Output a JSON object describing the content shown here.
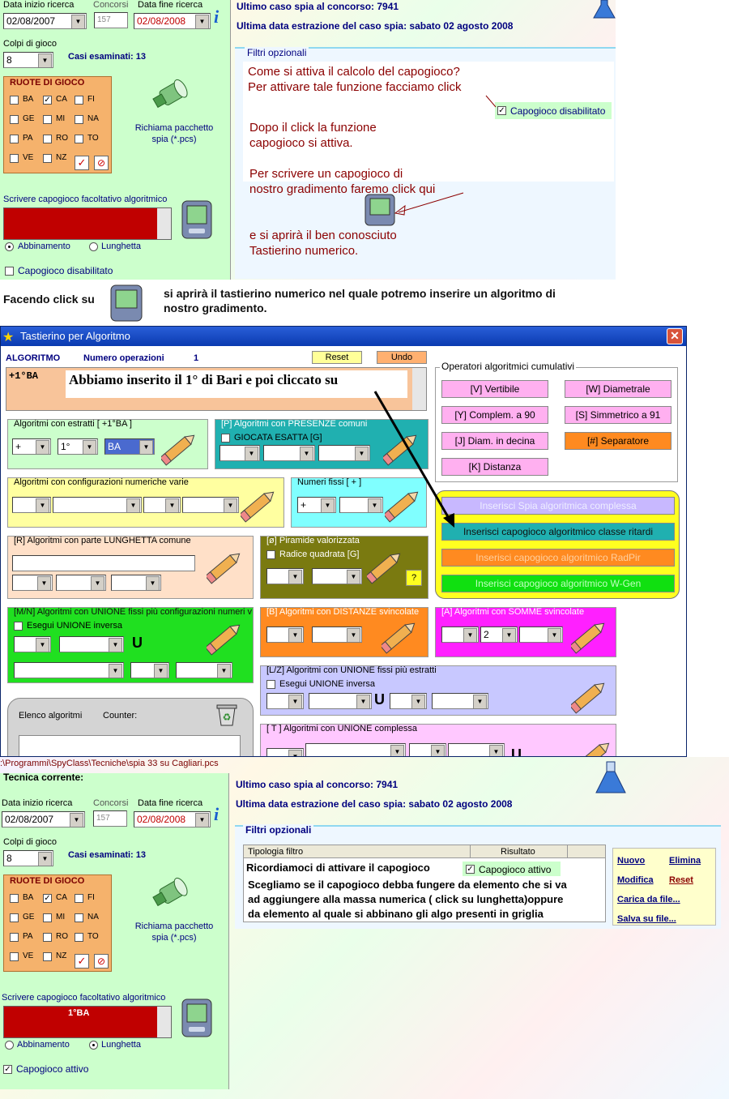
{
  "top": {
    "data_inizio_label": "Data inizio ricerca",
    "data_inizio": "02/08/2007",
    "concorsi_label": "Concorsi",
    "concorsi": "157",
    "data_fine_label": "Data fine ricerca",
    "data_fine": "02/08/2008",
    "colpi_label": "Colpi di gioco",
    "colpi": "8",
    "casi_label": "Casi esaminati: 13",
    "ruote_title": "RUOTE DI GIOCO",
    "ruote": [
      "BA",
      "CA",
      "FI",
      "GE",
      "MI",
      "NA",
      "PA",
      "RO",
      "TO",
      "VE",
      "NZ"
    ],
    "richiama": "Richiama pacchetto spia (*.pcs)",
    "scrivere_label": "Scrivere capogioco facoltativo algoritmico",
    "abbinamento": "Abbinamento",
    "lunghetta": "Lunghetta",
    "capogioco_dis": "Capogioco disabilitato",
    "ultimo_caso": "Ultimo caso spia al concorso: 7941",
    "ultima_data": "Ultima data estrazione del caso spia: sabato 02 agosto 2008",
    "filtri": "Filtri opzionali",
    "t1": "Come si attiva il calcolo del capogioco?",
    "t2": "Per attivare tale funzione facciamo click",
    "t3": "Dopo il click la funzione",
    "t4": "capogioco si attiva.",
    "t5": "Per scrivere un capogioco di",
    "t6": "nostro gradimento faremo click qui",
    "t7": "e si aprirà il ben conosciuto",
    "t8": "Tastierino numerico.",
    "cap_dis_badge": "Capogioco disabilitato"
  },
  "mid": {
    "facendo": "Facendo click su",
    "desc1": "si aprirà il tastierino numerico nel quale potremo inserire un algoritmo di",
    "desc2": "nostro gradimento."
  },
  "win": {
    "title": "Tastierino per Algoritmo",
    "algoritmo": "ALGORITMO",
    "num_op": "Numero operazioni",
    "num_val": "1",
    "reset": "Reset",
    "undo": "Undo",
    "algo_text": "+1°BA",
    "annot": "Abbiamo inserito il 1° di Bari e poi cliccato su",
    "op_title": "Operatori algoritmici cumulativi",
    "ops": [
      "[V] Vertibile",
      "[W] Diametrale",
      "[Y] Complem. a 90",
      "[S] Simmetrico  a 91",
      "[J] Diam. in decina",
      "[#] Separatore",
      "[K] Distanza"
    ],
    "estratti": "Algoritmi con estratti  [ +1°BA ]",
    "est_vals": [
      "+",
      "1°",
      "BA"
    ],
    "presenze": "[P] Algoritmi con PRESENZE comuni",
    "giocata": "GIOCATA ESATTA  [G]",
    "config": "Algoritmi con configurazioni numeriche varie",
    "fissi": "Numeri fissi  [ + ]",
    "fissi_val": "+",
    "spia_btns": [
      "Inserisci Spia algoritmica complessa",
      "Inserisci capogioco algoritmico classe ritardi",
      "Inserisci capogioco algoritmico RadPir",
      "Inserisci capogioco algoritmico W-Gen"
    ],
    "lunghetta": "[R] Algoritmi con parte LUNGHETTA comune",
    "piramide": "[ø] Piramide valorizzata",
    "radice": "Radice quadrata  [G]",
    "q": "?",
    "unione": "[M/N] Algoritmi con UNIONE fissi più configurazioni numeri vari",
    "esegui": "Esegui UNIONE inversa",
    "u": "U",
    "distanze": "[B] Algoritmi con DISTANZE svincolate",
    "somme": "[A] Algoritmi con SOMME svincolate",
    "somme_val": "2",
    "lz": "[L/Z] Algoritmi con UNIONE fissi più estratti",
    "elenco": "Elenco algoritmi",
    "counter": "Counter:",
    "complessa": "[ T ] Algoritmi con UNIONE complessa"
  },
  "bot": {
    "path": ":\\Programmi\\SpyClass\\Tecniche\\spia 33 su Cagliari.pcs",
    "tecnica": "Tecnica corrente:",
    "capogioco_val": "1°BA",
    "capogioco_att": "Capogioco attivo",
    "tipologia": "Tipologia filtro",
    "risultato": "Risultato",
    "b1": "Ricordiamoci di attivare il capogioco",
    "b2": "Scegliamo se il capogioco debba fungere da elemento che si va",
    "b3": "ad aggiungere alla massa numerica ( click su lunghetta)oppure",
    "b4": "da elemento al quale si abbinano gli algo presenti in griglia",
    "nuovo": "Nuovo",
    "elimina": "Elimina",
    "modifica": "Modifica",
    "reset": "Reset",
    "carica": "Carica da file...",
    "salva": "Salva su file..."
  }
}
